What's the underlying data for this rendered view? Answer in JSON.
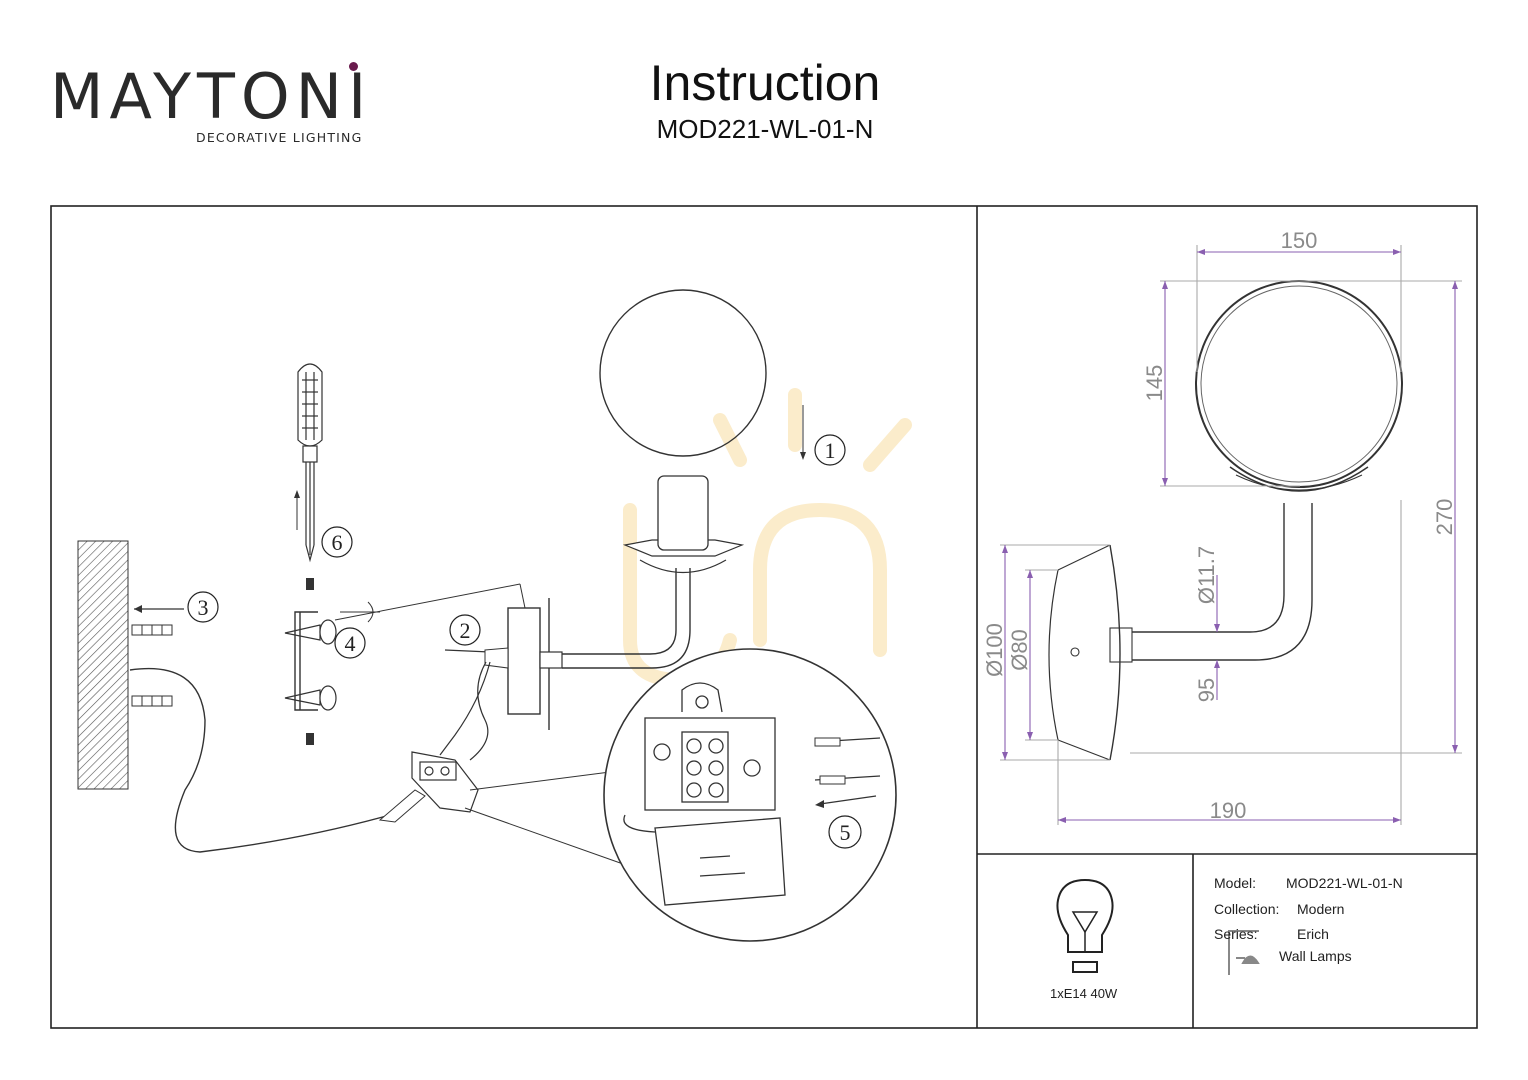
{
  "header": {
    "brand": "MAYTONI",
    "brand_tagline": "DECORATIVE LIGHTING",
    "title": "Instruction",
    "model_code": "MOD221-WL-01-N"
  },
  "assembly": {
    "steps": [
      "1",
      "2",
      "3",
      "4",
      "5",
      "6"
    ]
  },
  "dimensions": {
    "width_top": "150",
    "globe_height": "145",
    "total_height": "270",
    "tube_diameter": "Ø11.7",
    "base_diameter": "Ø100",
    "base_inner_diameter": "Ø80",
    "arm_height": "95",
    "depth": "190"
  },
  "specs": {
    "model_label": "Model:",
    "model_value": "MOD221-WL-01-N",
    "collection_label": "Collection:",
    "collection_value": "Modern",
    "series_label": "Series:",
    "series_value": "Erich",
    "type_value": "Wall Lamps",
    "bulb": "1xE14 40W"
  },
  "colors": {
    "brand_accent": "#6a1b4d",
    "frame": "#222222",
    "dimension_arrow": "#8a5fb0",
    "watermark": "#fbeccb"
  }
}
